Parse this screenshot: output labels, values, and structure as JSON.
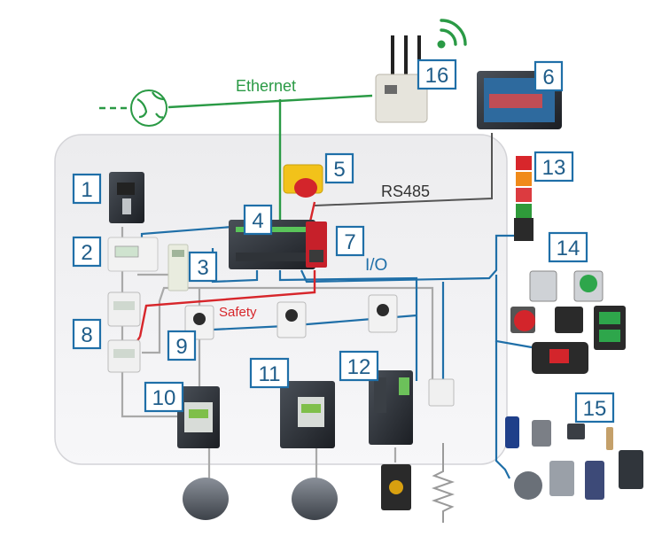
{
  "labels": {
    "ethernet": "Ethernet",
    "rs485": "RS485",
    "io": "I/O",
    "safety": "Safety"
  },
  "callouts": [
    "1",
    "2",
    "3",
    "4",
    "5",
    "6",
    "7",
    "8",
    "9",
    "10",
    "11",
    "12",
    "13",
    "14",
    "15",
    "16"
  ],
  "colors": {
    "ethernet": "#2a9a45",
    "io": "#1f6fa8",
    "safety": "#d7262b",
    "rs485": "#555555",
    "power": "#a9a9a9",
    "callout_border": "#1f6fa8"
  },
  "icons": [
    "globe-icon",
    "wireless-signal-icon",
    "resistor-icon"
  ]
}
